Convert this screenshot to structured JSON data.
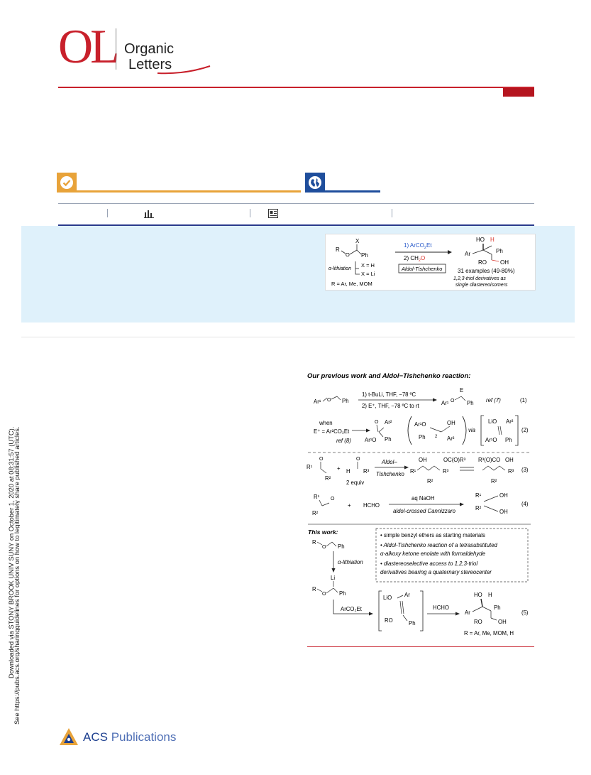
{
  "journal": {
    "logo_letters": "OL",
    "name_line1": "Organic",
    "name_line2": "Letters",
    "accent_color": "#c8202b"
  },
  "badges": [
    {
      "icon": "check-circle-icon",
      "color": "#e8a33a"
    },
    {
      "icon": "globe-icon",
      "color": "#1f4e9c"
    }
  ],
  "metrics_bar": {
    "icons": [
      "bar-chart-icon",
      "article-icon"
    ]
  },
  "abstract_band_color": "#dff1fb",
  "toc_graphic": {
    "step1": "1) ArCO",
    "step1_sub": "2",
    "step1_tail": "Et",
    "step2": "2) CH",
    "step2_sub": "2",
    "step2_tail": "O",
    "method": "Aldol-Tishchenko",
    "lithiation": "α-lithiation",
    "x_h": "X = H",
    "x_li": "X = Li",
    "r_groups": "R = Ar, Me, MOM",
    "examples": "31 examples (49-80%)",
    "triol_line1": "1,2,3-triol derivatives as",
    "triol_line2": "single diastereoisomers",
    "label_x": "X",
    "label_r": "R",
    "label_o": "O",
    "label_ph": "Ph",
    "label_ho": "HO",
    "label_h": "H",
    "label_ar": "Ar",
    "label_ro": "RO",
    "label_oh": "OH"
  },
  "side_text": {
    "line1": "Downloaded via STONY BROOK UNIV SUNY on October 1, 2020 at 08:31:57 (UTC).",
    "line2": "See https://pubs.acs.org/sharingguidelines for options on how to legitimately share published articles."
  },
  "scheme": {
    "title": "Our previous work and Aldol−Tishchenko reaction:",
    "eq1": {
      "reagent1": "1) t-BuLi, THF, −78 ºC",
      "reagent2": "2) E⁺, THF, −78 ºC to rt",
      "ref": "ref (7)",
      "number": "(1)",
      "sm": "Ar¹",
      "e": "E"
    },
    "eq2": {
      "when": "when",
      "condition": "E⁺ = Ar²CO₂Et",
      "ref": "ref (8)",
      "via": "via",
      "number": "(2)",
      "lio": "LiO",
      "ar2": "Ar²",
      "ar1o": "Ar¹O",
      "ph": "Ph",
      "oh": "OH",
      "two": "2"
    },
    "eq3": {
      "r1": "R¹",
      "r2": "R²",
      "r3": "R³",
      "h": "H",
      "equiv": "2 equiv",
      "cond1": "Aldol–",
      "cond2": "Tishchenko",
      "oc": "OC(O)R³",
      "ester": "R³(O)CO",
      "oh": "OH",
      "number": "(3)"
    },
    "eq4": {
      "r1": "R¹",
      "r2": "R²",
      "hcho": "HCHO",
      "plus": "+",
      "cond1": "aq NaOH",
      "cond2": "aldol-crossed Cannizzaro",
      "oh": "OH",
      "number": "(4)"
    },
    "this_work": {
      "title": "This work:",
      "bullets": [
        "• simple benzyl ethers as starting materials",
        "• Aldol-Tishchenko reaction of a tetrasubstituted",
        "  α-alkoxy ketone enolate with formaldehyde",
        "• diastereoselective access to 1,2,3-triol",
        "  derivatives bearing a quaternary stereocenter"
      ],
      "lithiation": "α-lithiation",
      "reagent": "ArCO₂Et",
      "hcho": "HCHO",
      "r_groups": "R = Ar, Me, MOM, H",
      "number": "(5)",
      "r": "R",
      "o": "O",
      "ph": "Ph",
      "li": "Li",
      "lio": "LiO",
      "ar": "Ar",
      "ro": "RO",
      "ho": "HO",
      "h": "H",
      "oh": "OH"
    }
  },
  "footer": {
    "publisher_bold": "ACS",
    "publisher_light": "Publications"
  }
}
